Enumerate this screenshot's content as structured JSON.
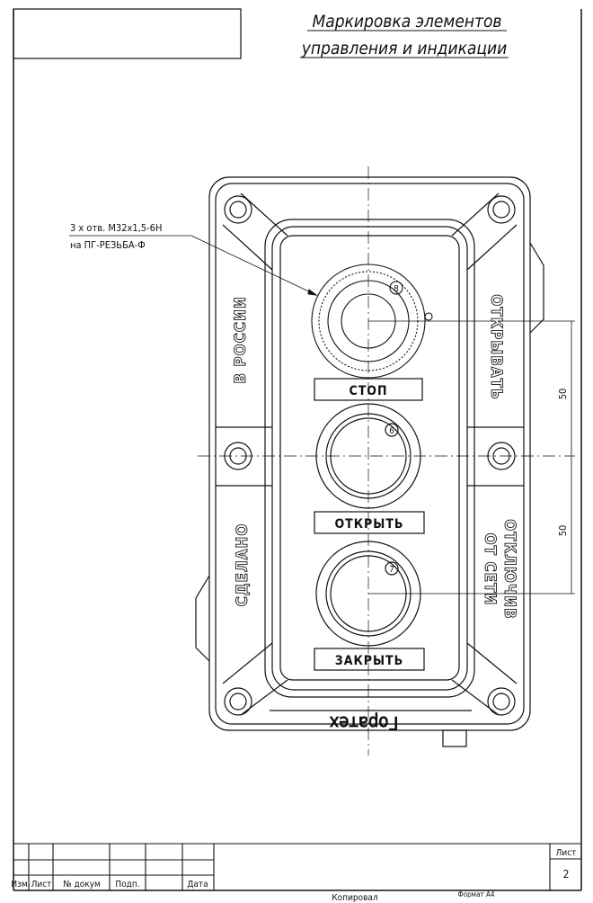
{
  "title": {
    "line1": "Маркировка элементов",
    "line2": "управления и индикации"
  },
  "callout": {
    "line1": "3 x отв. M32x1,5-6H",
    "line2": "на ПГ-РЕЗЬБА-Ф"
  },
  "buttons": [
    {
      "label": "СТОП",
      "number": "8"
    },
    {
      "label": "ОТКРЫТЬ",
      "number": "6"
    },
    {
      "label": "ЗАКРЫТЬ",
      "number": "7"
    }
  ],
  "side_text": {
    "left_top": "В РОССИИ",
    "left_bottom": "СДЕЛАНО",
    "right_top": "ОТКРЫВАТЬ",
    "right_bottom_1": "ОТКЛЮЧИВ",
    "right_bottom_2": "ОТ СЕТИ"
  },
  "logo": "Горатех",
  "dimensions": [
    "50",
    "50"
  ],
  "title_block": {
    "columns": [
      "Изм.",
      "Лист",
      "№ докум",
      "Подп.",
      "Дата"
    ],
    "sheet_label": "Лист",
    "sheet_number": "2",
    "copied": "Копировал",
    "format": "Формат А4"
  }
}
